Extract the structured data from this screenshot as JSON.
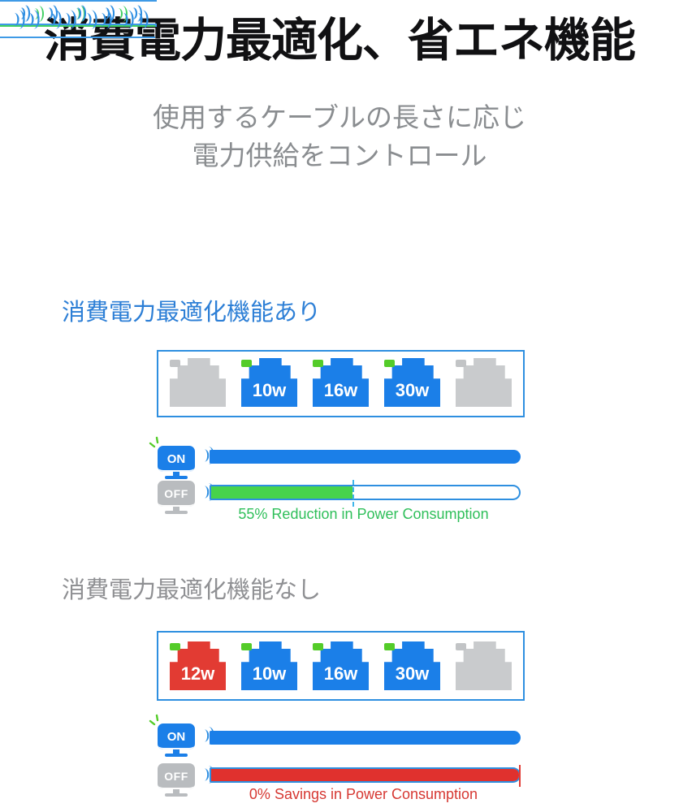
{
  "page": {
    "title": "消費電力最適化、省エネ機能",
    "subtitle_line1": "使用するケーブルの長さに応じ",
    "subtitle_line2": "電力供給をコントロール"
  },
  "labels": {
    "on": "ON",
    "off": "OFF"
  },
  "colors": {
    "primary_blue": "#1b7fe8",
    "outline_blue": "#2e8fe0",
    "cable_green": "#41d063",
    "fill_green": "#47d34c",
    "led_green": "#54cc29",
    "red": "#e0312e",
    "gray_port": "#c9cbcd",
    "heading_blue": "#2d7fd6",
    "heading_gray": "#8f9093",
    "caption_green": "#2fbf5a",
    "caption_red": "#d63832"
  },
  "sections": [
    {
      "heading": "消費電力最適化機能あり",
      "ports": [
        {
          "label": "",
          "state": "idle"
        },
        {
          "label": "10w",
          "state": "active"
        },
        {
          "label": "16w",
          "state": "active"
        },
        {
          "label": "30w",
          "state": "active"
        },
        {
          "label": "",
          "state": "idle"
        }
      ],
      "input_wave_count": 5,
      "output_wave_count": 3,
      "output_wave_color": "green",
      "on_bar_percent": 100,
      "off_bar_percent": 46,
      "off_bar_fill_color": "green",
      "caption": "55% Reduction in Power Consumption"
    },
    {
      "heading": "消費電力最適化機能なし",
      "ports": [
        {
          "label": "12w",
          "state": "overload"
        },
        {
          "label": "10w",
          "state": "active"
        },
        {
          "label": "16w",
          "state": "active"
        },
        {
          "label": "30w",
          "state": "active"
        },
        {
          "label": "",
          "state": "idle"
        }
      ],
      "input_wave_count": 5,
      "output_wave_count": 8,
      "output_wave_color": "blue",
      "on_bar_percent": 100,
      "off_bar_percent": 100,
      "off_bar_fill_color": "red",
      "caption": "0% Savings in Power Consumption"
    }
  ]
}
